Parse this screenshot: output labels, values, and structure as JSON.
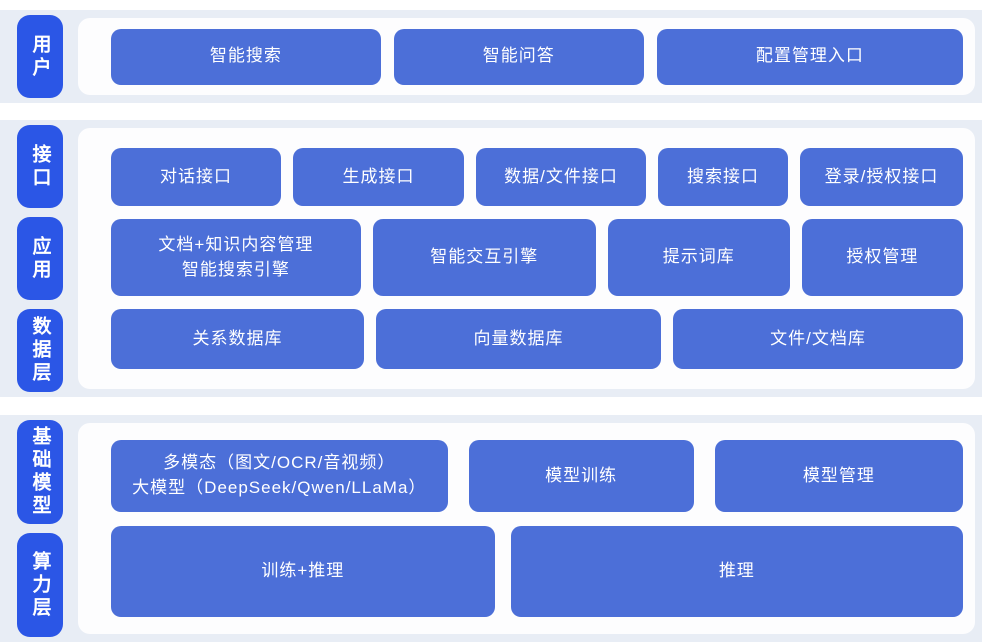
{
  "colors": {
    "page_bg": "#ffffff",
    "band_bg": "#e8edf5",
    "panel_bg": "#fdfdfe",
    "layer_label_bg": "#2b56e6",
    "block_bg": "#4c6fd8",
    "text": "#ffffff"
  },
  "sections": [
    {
      "labels": [
        {
          "text": "用户"
        }
      ],
      "rows": [
        {
          "buttons": [
            {
              "text": "智能搜索"
            },
            {
              "text": "智能问答"
            },
            {
              "text": "配置管理入口"
            }
          ]
        }
      ]
    },
    {
      "labels": [
        {
          "text": "接口"
        },
        {
          "text": "应用"
        },
        {
          "text": "数据层"
        }
      ],
      "rows": [
        {
          "buttons": [
            {
              "text": "对话接口"
            },
            {
              "text": "生成接口"
            },
            {
              "text": "数据/文件接口"
            },
            {
              "text": "搜索接口"
            },
            {
              "text": "登录/授权接口"
            }
          ]
        },
        {
          "buttons": [
            {
              "text": "文档+知识内容管理\n智能搜索引擎"
            },
            {
              "text": "智能交互引擎"
            },
            {
              "text": "提示词库"
            },
            {
              "text": "授权管理"
            }
          ]
        },
        {
          "buttons": [
            {
              "text": "关系数据库"
            },
            {
              "text": "向量数据库"
            },
            {
              "text": "文件/文档库"
            }
          ]
        }
      ]
    },
    {
      "labels": [
        {
          "text": "基础模型"
        },
        {
          "text": "算力层"
        }
      ],
      "rows": [
        {
          "buttons": [
            {
              "text": "多模态（图文/OCR/音视频）\n大模型（DeepSeek/Qwen/LLaMa）"
            },
            {
              "text": "模型训练"
            },
            {
              "text": "模型管理"
            }
          ]
        },
        {
          "buttons": [
            {
              "text": "训练+推理"
            },
            {
              "text": "推理"
            }
          ]
        }
      ]
    }
  ]
}
